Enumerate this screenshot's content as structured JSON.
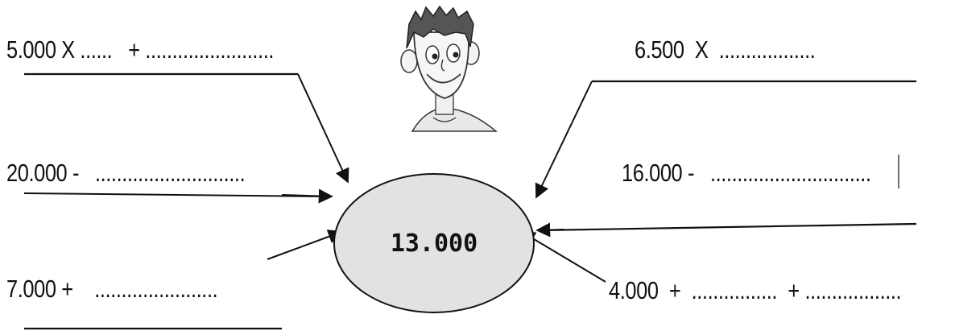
{
  "center": {
    "value": "13.000",
    "fill": "#e2e2e2"
  },
  "expressions": {
    "top_left": "5.000 X ......   + ........................",
    "mid_left": "20.000 -   ............................",
    "bottom_left": "7.000 +    .......................",
    "top_right": "6.500  X  ..................",
    "mid_right": "16.000 -   ..............................",
    "bottom_right": "4.000  +  ................  + .................."
  },
  "icons": {
    "character": "boy-face-icon"
  }
}
